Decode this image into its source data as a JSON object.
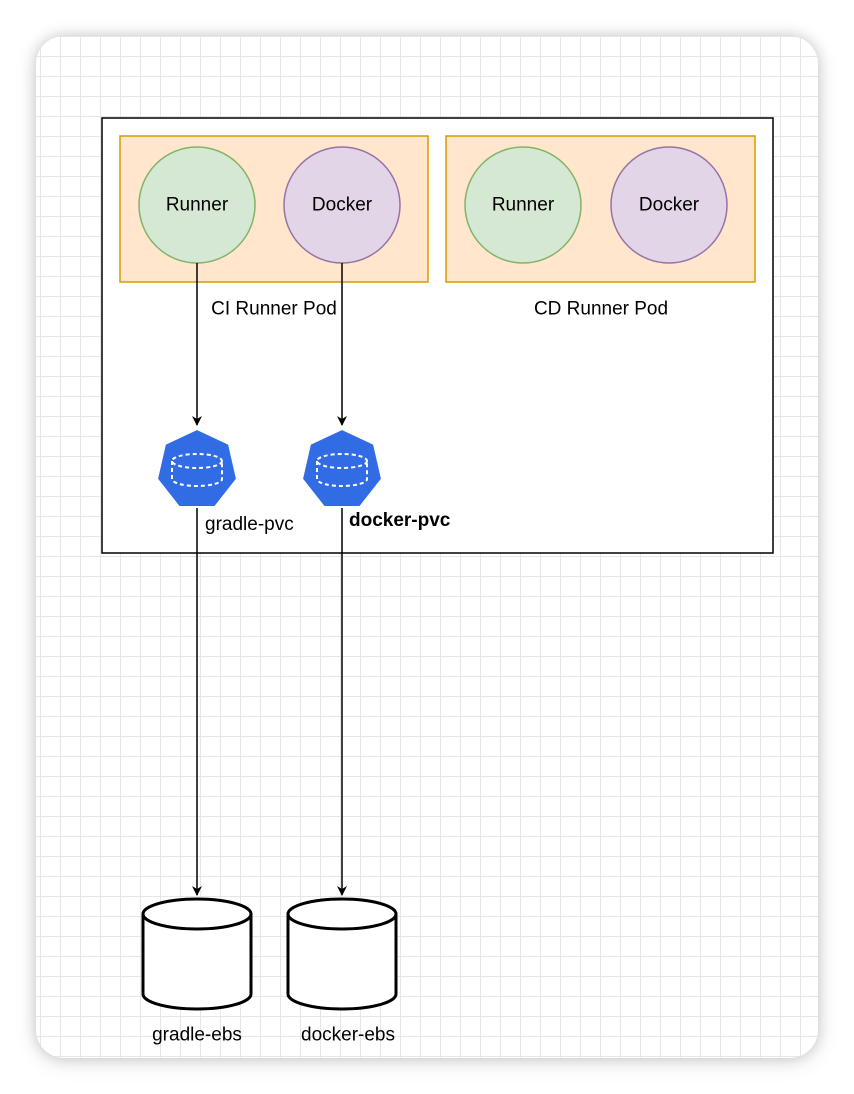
{
  "diagram": {
    "pods": {
      "ci": {
        "label": "CI Runner Pod",
        "runner": "Runner",
        "docker": "Docker"
      },
      "cd": {
        "label": "CD Runner Pod",
        "runner": "Runner",
        "docker": "Docker"
      }
    },
    "pvcs": {
      "gradle": "gradle-pvc",
      "docker": "docker-pvc"
    },
    "volumes": {
      "gradle": "gradle-ebs",
      "docker": "docker-ebs"
    },
    "colors": {
      "pod_fill": "#ffe6cc",
      "pod_stroke": "#d79b00",
      "runner_fill": "#d5e8d4",
      "runner_stroke": "#82b366",
      "docker_fill": "#e1d5e7",
      "docker_stroke": "#9673a6",
      "pvc_icon": "#326ce5",
      "line": "#000000"
    },
    "icons": {
      "pvc": "kubernetes-pvc-icon",
      "volume": "database-cylinder-icon"
    }
  }
}
